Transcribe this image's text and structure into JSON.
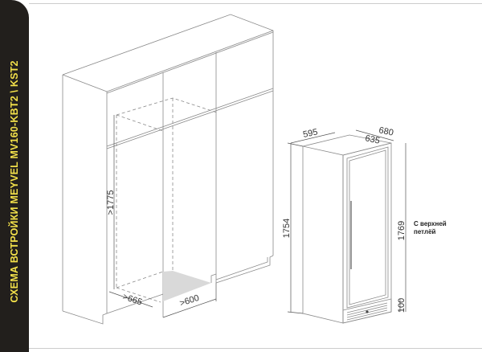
{
  "title": "СХЕМА ВСТРОЙКИ MEYVEL  MV160-KBT2 \\ KST2",
  "niche": {
    "height": ">1775",
    "depth": ">665",
    "width": ">600"
  },
  "appliance": {
    "width": "595",
    "depth_body": "635",
    "depth_total": "680",
    "height": "1754",
    "height_hinge": "1769",
    "plinth": "100",
    "note_line1": "С верхней",
    "note_line2": "петлёй"
  },
  "colors": {
    "sidebar": "#221f1c",
    "title": "#f2e04a",
    "floor": "#d9d9d9"
  }
}
